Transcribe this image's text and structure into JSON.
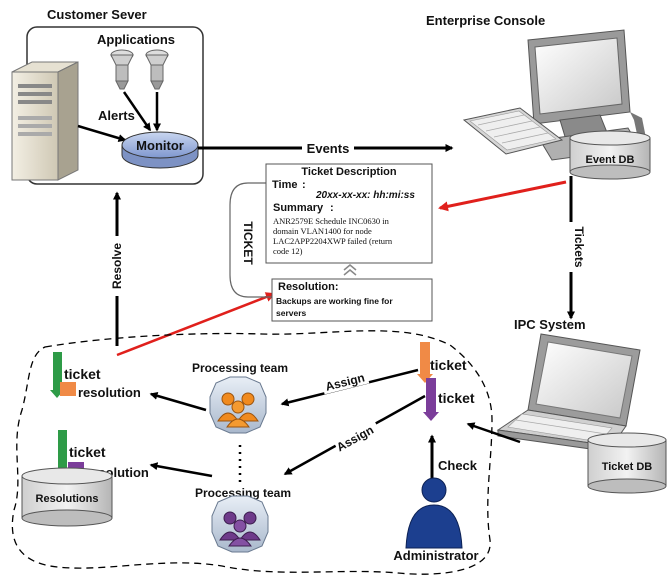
{
  "customer_server": {
    "title": "Customer Sever",
    "applications": "Applications",
    "alerts": "Alerts",
    "monitor": "Monitor"
  },
  "enterprise_console": {
    "title": "Enterprise Console",
    "db": "Event DB"
  },
  "edges": {
    "events": "Events",
    "tickets": "Tickets",
    "resolve": "Resolve",
    "assign_1": "Assign",
    "assign_2": "Assign",
    "check": "Check"
  },
  "ticket_card": {
    "side_label": "TICKET",
    "header": "Ticket Description",
    "time_label": "Time",
    "time_value": "20xx-xx-xx: hh:mi:ss",
    "summary_label": "Summary",
    "summary_lines": [
      "ANR2579E Schedule INC0630 in",
      "domain VLAN1400 for node",
      "LAC2APP2204XWP failed (return",
      "code 12)"
    ],
    "resolution_label": "Resolution:",
    "resolution_lines": [
      "Backups are working fine for",
      "servers"
    ]
  },
  "ipc_system": {
    "title": "IPC System",
    "db": "Ticket DB"
  },
  "team_area": {
    "ticket_label": "ticket",
    "resolution_label": "resolution",
    "processing_team_1": "Processing team",
    "processing_team_2": "Processing team",
    "resolutions_db": "Resolutions",
    "administrator": "Administrator"
  }
}
